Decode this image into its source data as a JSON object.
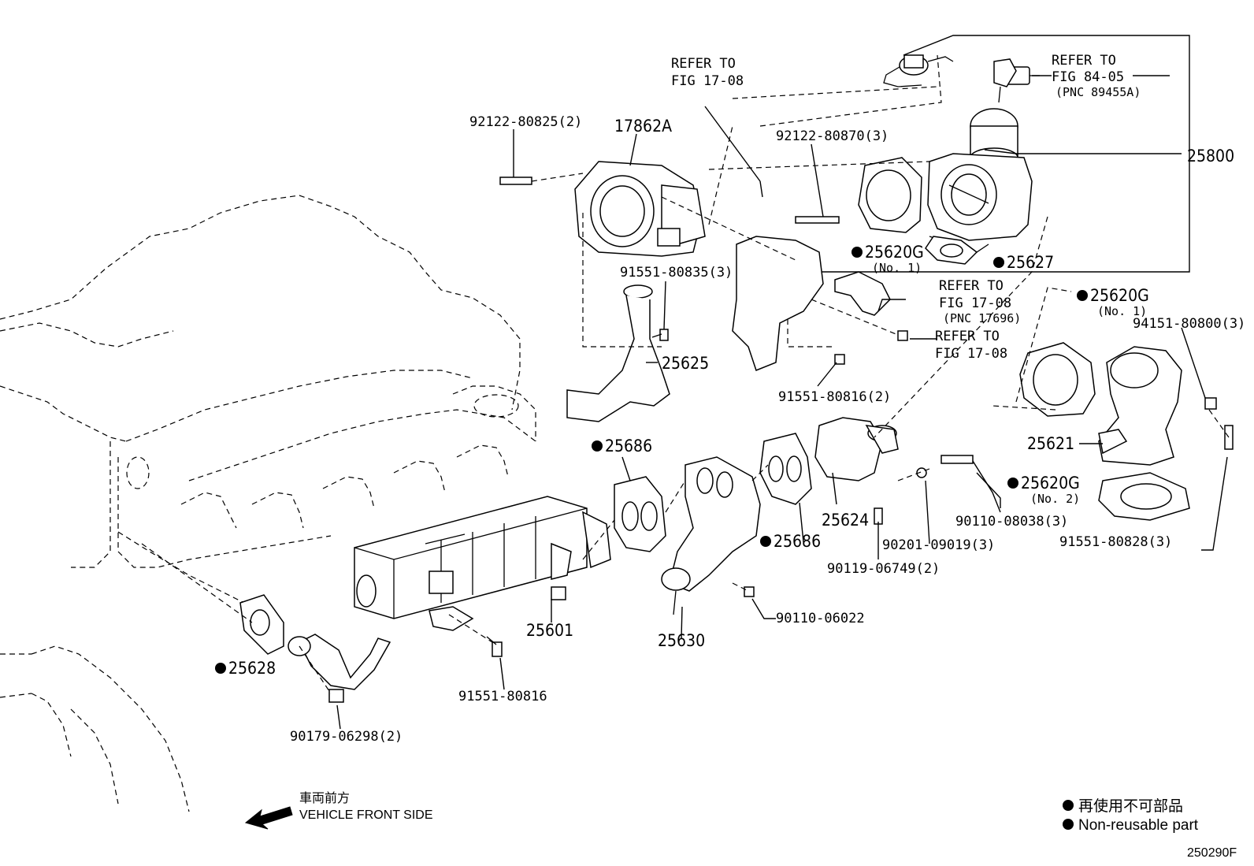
{
  "parts": {
    "p92122_80825": "92122-80825(2)",
    "p17862A": "17862A",
    "p91551_80835": "91551-80835(3)",
    "p25625": "25625",
    "p92122_80870": "92122-80870(3)",
    "p25620G_top": "25620G",
    "p25620G_top_sub": "(No. 1)",
    "p25627": "25627",
    "p25800": "25800",
    "p91551_80816_2": "91551-80816(2)",
    "p25620G_right": "25620G",
    "p25620G_right_sub": "(No. 1)",
    "p94151_80800": "94151-80800(3)",
    "p25621": "25621",
    "p25620G_no2": "25620G",
    "p25620G_no2_sub": "(No. 2)",
    "p91551_80828": "91551-80828(3)",
    "p90110_08038": "90110-08038(3)",
    "p90201_09019": "90201-09019(3)",
    "p90119_06749": "90119-06749(2)",
    "p25624": "25624",
    "p25686_right": "25686",
    "p25686_left": "25686",
    "p90110_06022": "90110-06022",
    "p25630": "25630",
    "p25601": "25601",
    "p91551_80816": "91551-80816",
    "p25628": "25628",
    "p90179_06298": "90179-06298(2)"
  },
  "refs": {
    "ref1_line1": "REFER TO",
    "ref1_line2": "FIG 17-08",
    "ref2_line1": "REFER TO",
    "ref2_line2": "FIG 84-05",
    "ref2_line3": "(PNC 89455A)",
    "ref3_line1": "REFER TO",
    "ref3_line2": "FIG 17-08",
    "ref3_line3": "(PNC 17696)",
    "ref4_line1": "REFER TO",
    "ref4_line2": "FIG 17-08"
  },
  "front": {
    "jp": "車両前方",
    "en": "VEHICLE FRONT SIDE"
  },
  "legend": {
    "jp": "再使用不可部品",
    "en": "Non-reusable part"
  },
  "figure_id": "250290F"
}
